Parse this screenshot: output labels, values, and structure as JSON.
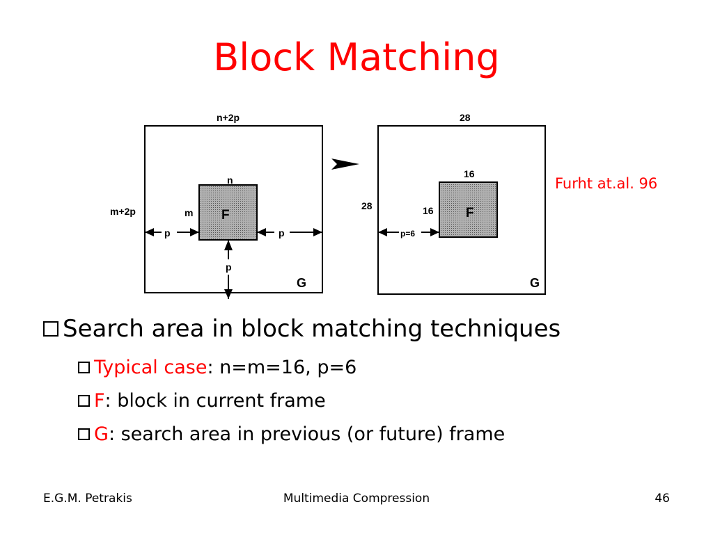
{
  "slide": {
    "title": "Block Matching",
    "citation": "Furht at.al. 96"
  },
  "figure": {
    "left": {
      "top_label": "n+2p",
      "side_label": "m+2p",
      "block_top": "n",
      "block_side": "m",
      "block_name": "F",
      "left_p": "p",
      "right_p": "p",
      "bottom_p": "p",
      "area_name": "G"
    },
    "right": {
      "top_label": "28",
      "side_label": "28",
      "block_top": "16",
      "block_side": "16",
      "block_name": "F",
      "left_p": "p=6",
      "area_name": "G"
    }
  },
  "bullets": {
    "main": "Search area in block matching techniques",
    "items": [
      {
        "term": "Typical case",
        "text": ": n=m=16, p=6"
      },
      {
        "term": "F",
        "text": ": block in current frame"
      },
      {
        "term": "G",
        "text": ": search area in previous (or future) frame"
      }
    ]
  },
  "footer": {
    "author": "E.G.M. Petrakis",
    "course": "Multimedia Compression",
    "page": "46"
  }
}
